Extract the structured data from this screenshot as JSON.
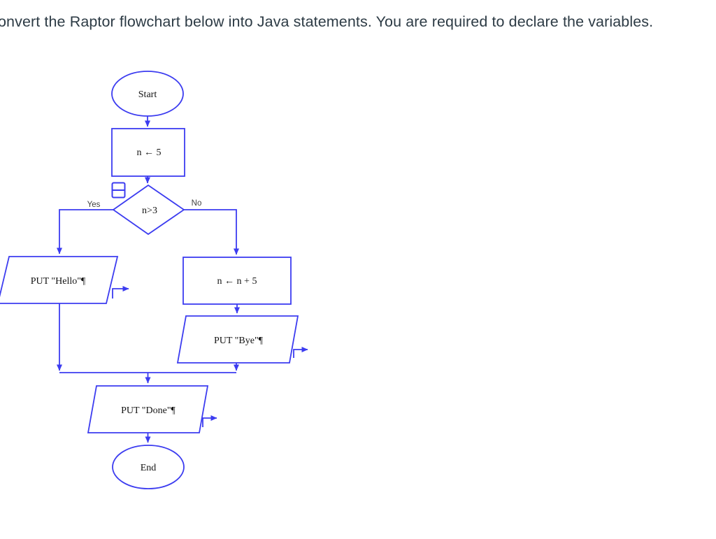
{
  "question": {
    "text": "onvert the Raptor flowchart below into Java statements. You are required to declare the variables."
  },
  "flowchart": {
    "nodes": {
      "start": "Start",
      "assign_n": "n ← 5",
      "decision": "n>3",
      "put_hello": "PUT \"Hello\"¶",
      "assign_n_plus": "n ← n + 5",
      "put_bye": "PUT \"Bye\"¶",
      "put_done": "PUT \"Done\"¶",
      "end": "End"
    },
    "branches": {
      "yes": "Yes",
      "no": "No"
    },
    "icons": {
      "collapse": "collapse-box-icon"
    },
    "colors": {
      "line": "#3c3cf0",
      "node_text": "#141414",
      "branch_label": "#3f3f3f",
      "title_text": "#2d3b45"
    }
  }
}
